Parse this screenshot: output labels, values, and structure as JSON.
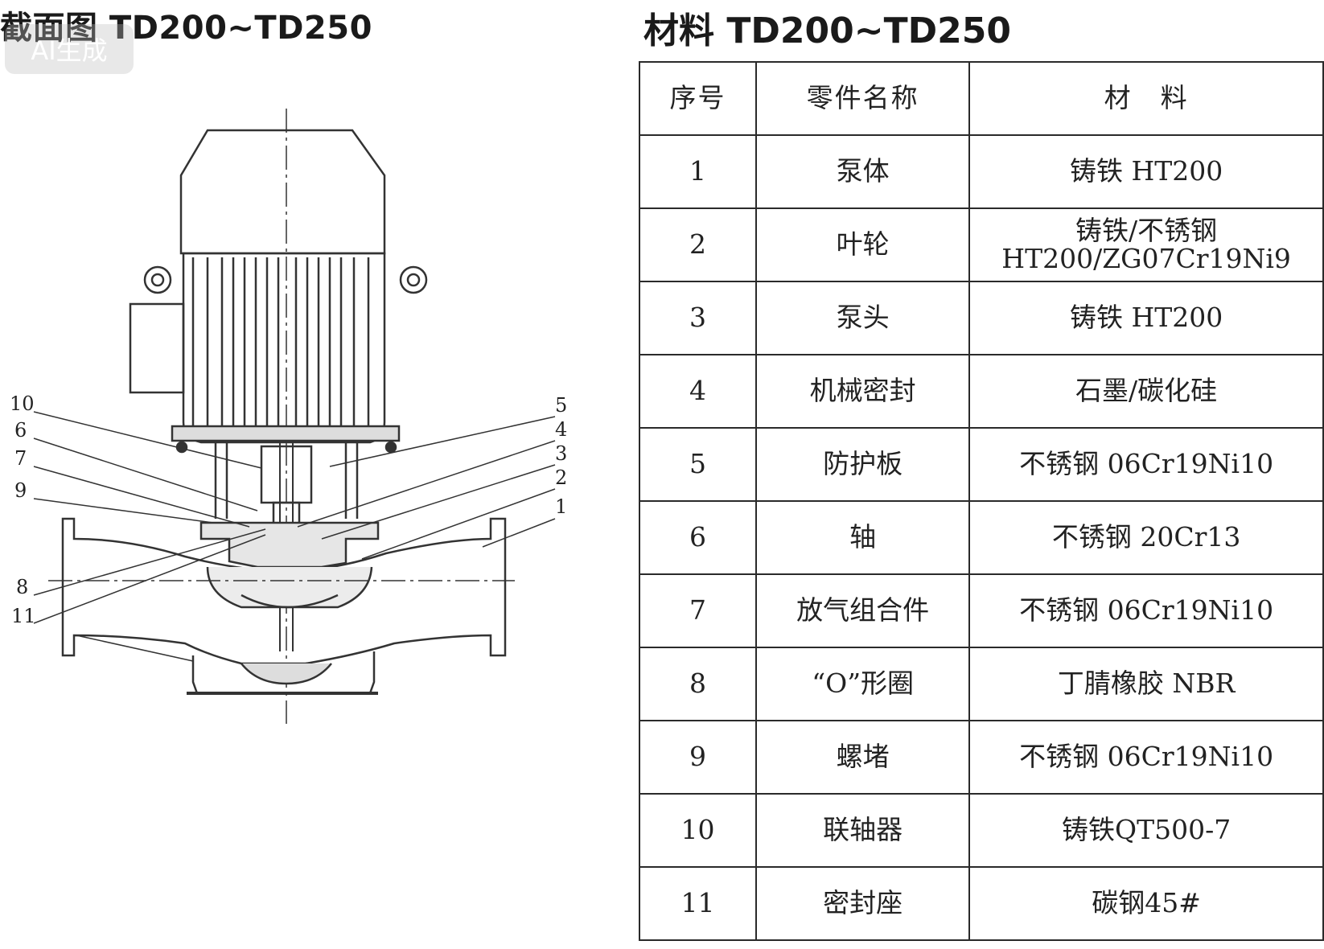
{
  "left_title": "截面图 TD200~TD250",
  "watermark": "AI生成",
  "right_title": "材料 TD200~TD250",
  "table": {
    "headers": [
      "序号",
      "零件名称",
      "材　料"
    ],
    "rows": [
      {
        "no": "1",
        "name": "泵体",
        "material": [
          "铸铁 HT200"
        ]
      },
      {
        "no": "2",
        "name": "叶轮",
        "material": [
          "铸铁/不锈钢",
          "HT200/ZG07Cr19Ni9"
        ]
      },
      {
        "no": "3",
        "name": "泵头",
        "material": [
          "铸铁 HT200"
        ]
      },
      {
        "no": "4",
        "name": "机械密封",
        "material": [
          "石墨/碳化硅"
        ]
      },
      {
        "no": "5",
        "name": "防护板",
        "material": [
          "不锈钢 06Cr19Ni10"
        ]
      },
      {
        "no": "6",
        "name": "轴",
        "material": [
          "不锈钢 20Cr13"
        ]
      },
      {
        "no": "7",
        "name": "放气组合件",
        "material": [
          "不锈钢 06Cr19Ni10"
        ]
      },
      {
        "no": "8",
        "name": "“O”形圈",
        "material": [
          "丁腈橡胶 NBR"
        ]
      },
      {
        "no": "9",
        "name": "螺堵",
        "material": [
          "不锈钢 06Cr19Ni10"
        ]
      },
      {
        "no": "10",
        "name": "联轴器",
        "material": [
          "铸铁QT500-7"
        ]
      },
      {
        "no": "11",
        "name": "密封座",
        "material": [
          "碳钢45#"
        ]
      }
    ]
  },
  "callouts_left": [
    "10",
    "6",
    "7",
    "9",
    "8",
    "11"
  ],
  "callouts_right": [
    "5",
    "4",
    "3",
    "2",
    "1"
  ]
}
